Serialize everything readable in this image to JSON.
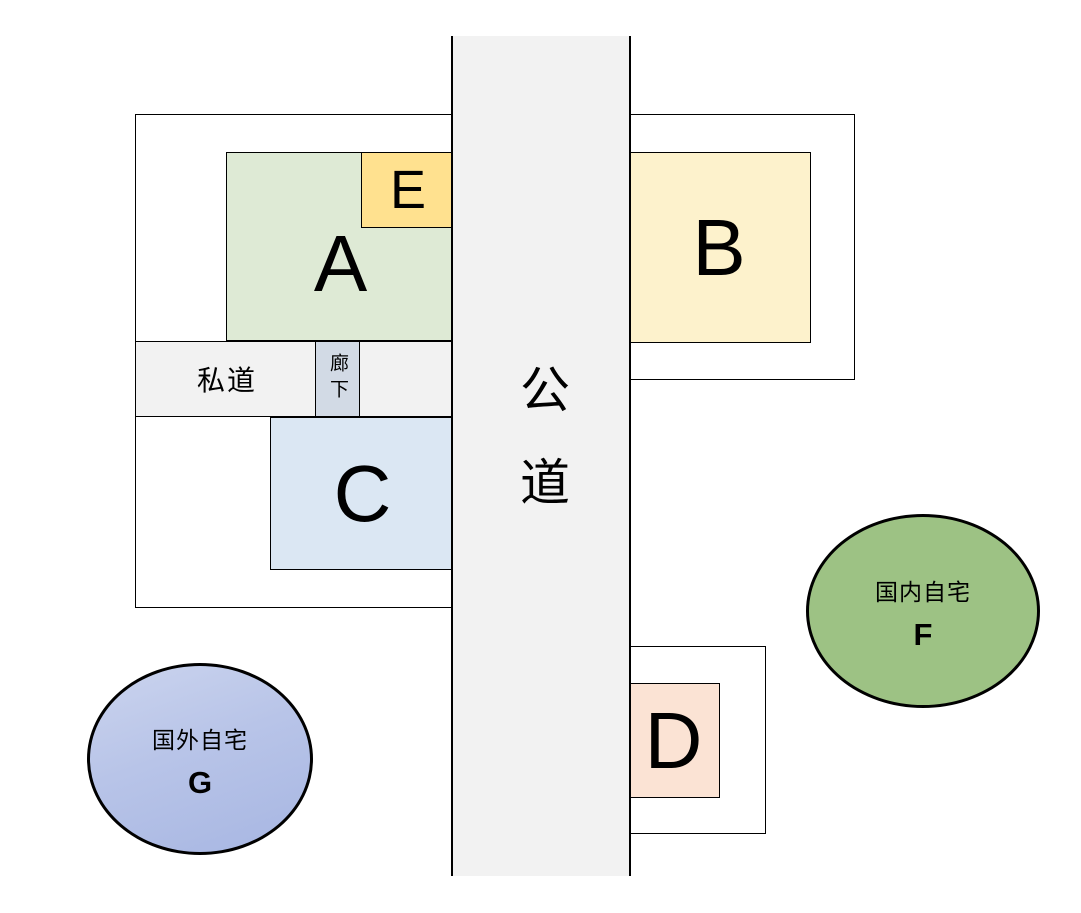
{
  "roads": {
    "public": {
      "label": "公道",
      "fill": "#F2F2F2"
    },
    "private": {
      "label": "私道",
      "fill": "#F2F2F2"
    },
    "corridor": {
      "label": "廊下",
      "fill": "#D2DAE5"
    }
  },
  "parcels": {
    "a": {
      "label": "A",
      "fill": "#DEEAD5"
    },
    "b": {
      "label": "B",
      "fill": "#FDF2CC"
    },
    "c": {
      "label": "C",
      "fill": "#DBE7F3"
    },
    "d": {
      "label": "D",
      "fill": "#FBE3D4"
    },
    "e": {
      "label": "E",
      "fill": "#FFE18F"
    }
  },
  "homes": {
    "domestic": {
      "label": "国内自宅",
      "letter": "F",
      "fill": "#9DC284"
    },
    "overseas": {
      "label": "国外自宅",
      "letter": "G",
      "fill_top": "#CBD4EE",
      "fill_bottom": "#A7B6E2"
    }
  },
  "outline_color": "#000000"
}
